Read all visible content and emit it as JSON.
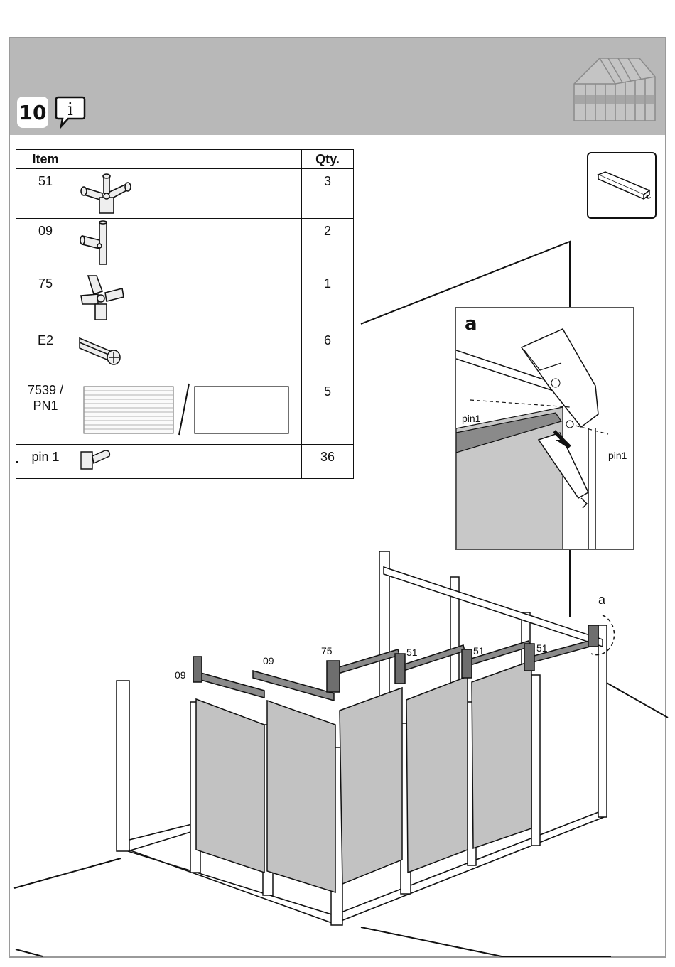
{
  "header": {
    "step_number": "10"
  },
  "parts_table": {
    "headers": {
      "item": "Item",
      "picture": "",
      "qty": "Qty."
    },
    "rows": [
      {
        "item": "51",
        "qty": "3"
      },
      {
        "item": "09",
        "qty": "2"
      },
      {
        "item": "75",
        "qty": "1"
      },
      {
        "item": "E2",
        "qty": "6"
      },
      {
        "item": "7539 / PN1",
        "qty": "5"
      },
      {
        "item": "pin 1",
        "qty": "36"
      }
    ]
  },
  "detail": {
    "letter": "a",
    "pin_label_1": "pin1",
    "pin_label_2": "pin1"
  },
  "assembly_labels": {
    "callout_a": "a",
    "part_09_left": "09",
    "part_09_right": "09",
    "part_75": "75",
    "part_51_1": "51",
    "part_51_2": "51",
    "part_51_3": "51"
  },
  "colors": {
    "header_band": "#b8b8b8",
    "panel_fill": "#c2c2c2",
    "highlight_bar": "#8a8a8a"
  }
}
